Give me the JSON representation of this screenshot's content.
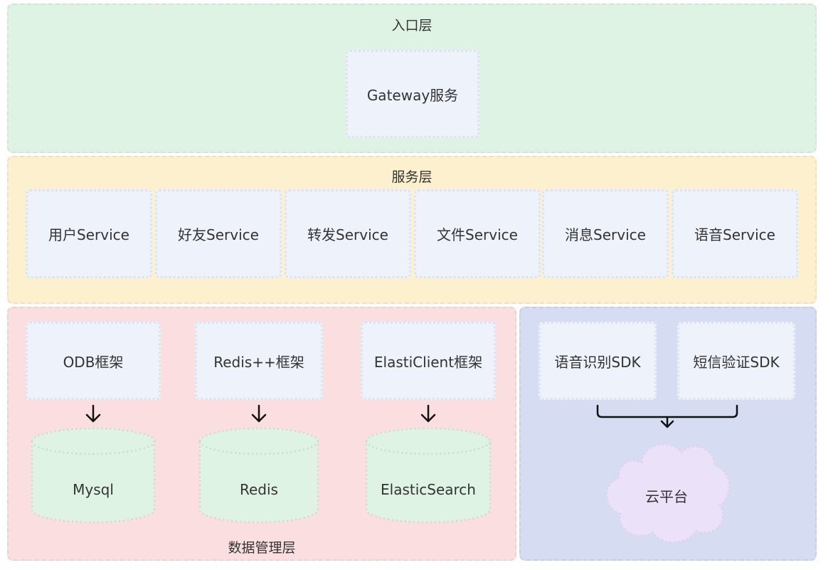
{
  "entry_layer": {
    "title": "入口层",
    "gateway": "Gateway服务"
  },
  "service_layer": {
    "title": "服务层",
    "services": [
      "用户Service",
      "好友Service",
      "转发Service",
      "文件Service",
      "消息Service",
      "语音Service"
    ]
  },
  "data_layer": {
    "title": "数据管理层",
    "frameworks": [
      "ODB框架",
      "Redis++框架",
      "ElastiClient框架"
    ],
    "stores": [
      "Mysql",
      "Redis",
      "ElasticSearch"
    ]
  },
  "cloud_layer": {
    "sdks": [
      "语音识别SDK",
      "短信验证SDK"
    ],
    "cloud": "云平台"
  },
  "colors": {
    "entry_bg": "#dff3e4",
    "service_bg": "#fdf0cf",
    "data_bg": "#fbdfe0",
    "cloud_layer_bg": "#d6dcf1",
    "box_bg": "#eef2fb",
    "cylinder_fill": "#dff3e4",
    "cloud_fill": "#ebe1f8"
  }
}
